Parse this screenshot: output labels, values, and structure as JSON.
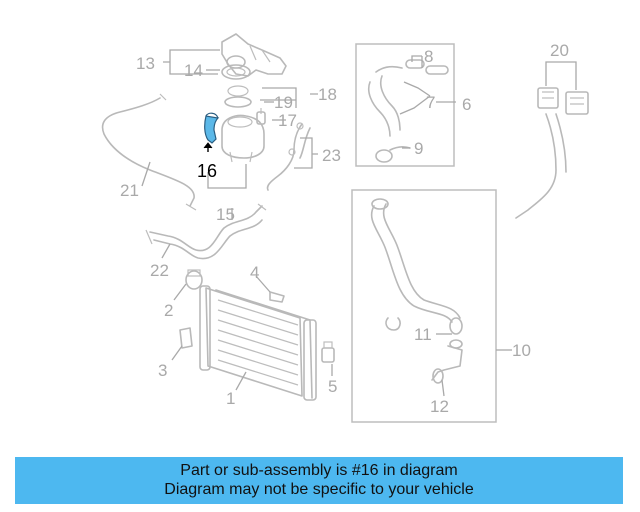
{
  "diagram": {
    "labels": {
      "c1": "1",
      "c2": "2",
      "c3": "3",
      "c4": "4",
      "c5": "5",
      "c6": "6",
      "c7": "7",
      "c8": "8",
      "c9": "9",
      "c10": "10",
      "c11": "11",
      "c12": "12",
      "c13": "13",
      "c14": "14",
      "c15": "15",
      "c16": "16",
      "c17": "17",
      "c18": "18",
      "c19": "19",
      "c20": "20",
      "c21": "21",
      "c22": "22",
      "c23": "23"
    },
    "highlighted_part": "16",
    "highlight_color": "#5bb8e8",
    "line_color": "#b9b9b9"
  },
  "banner": {
    "line1": "Part or sub-assembly is #16 in diagram",
    "line2": "Diagram may not be specific to your vehicle",
    "background": "#4db8f0"
  }
}
